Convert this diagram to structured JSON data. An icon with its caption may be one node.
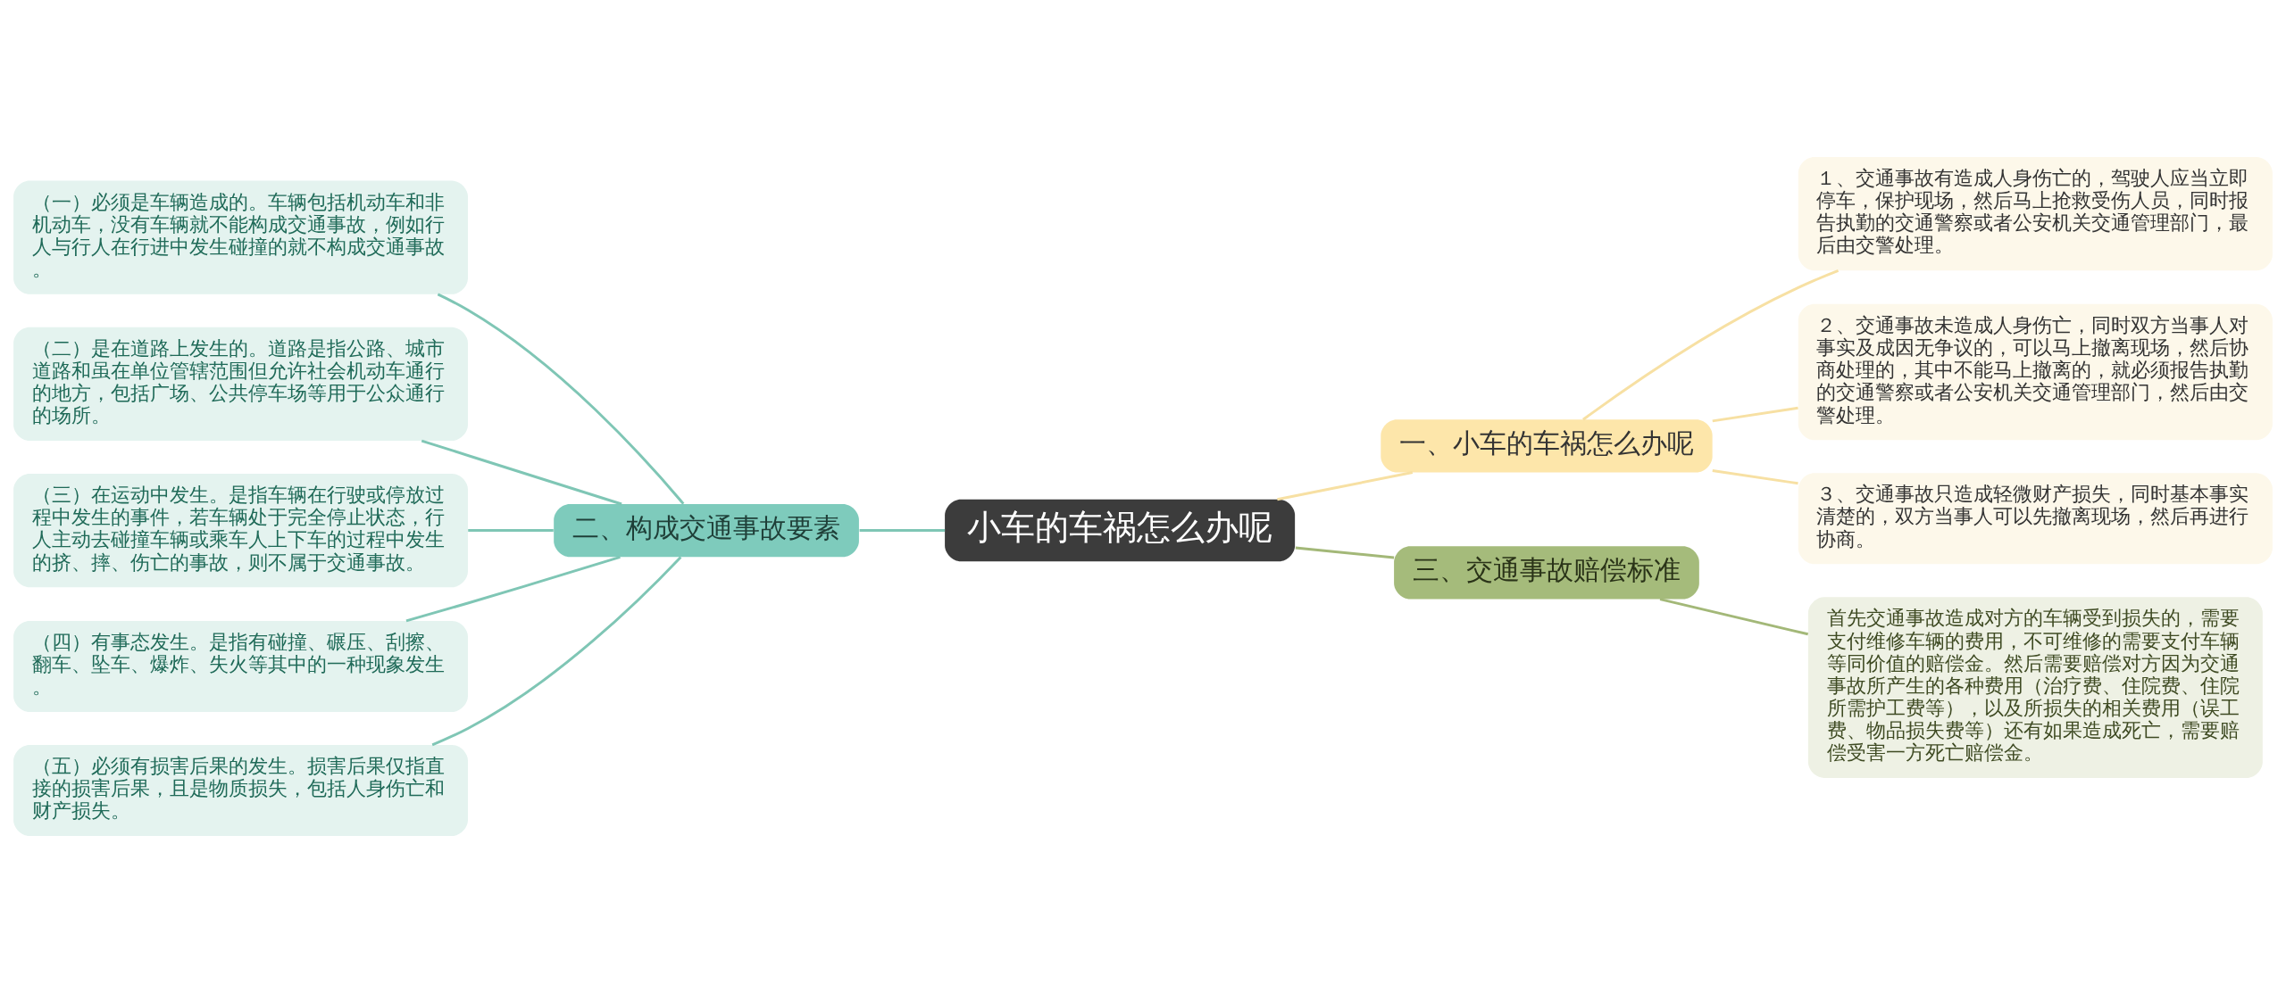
{
  "diagram": {
    "nodes": [
      {
        "text": [
          "小车的车祸怎么办呢"
        ]
      },
      {
        "text": [
          "一、小车的车祸怎么办呢"
        ]
      },
      {
        "text": [
          "１、交通事故有造成人身伤亡的，驾驶人应当立即停车，保护现场，然后马上抢救受伤人员，同时报告执勤的交通警察或者公安机关交通管理部门，最后由交警处理。"
        ]
      },
      {
        "text": [
          "２、交通事故未造成人身伤亡，同时双方当事人对事实及成因无争议的，可以马上撤离现场，然后协商处理的，其中不能马上撤离的，就必须报告执勤的交通警察或者公安机关交通管理部门，然后由交警处理。"
        ]
      },
      {
        "text": [
          "３、交通事故只造成轻微财产损失，同时基本事实清楚的，双方当事人可以先撤离现场，然后再进行协商。"
        ]
      },
      {
        "text": [
          "二、构成交通事故要素"
        ]
      },
      {
        "text": [
          "（一）必须是车辆造成的。车辆包括机动车和非机动车，没有车辆就不能构成交通事故，例如行人与行人在行进中发生碰撞的就不构成交通事故。"
        ]
      },
      {
        "text": [
          "（二）是在道路上发生的。道路是指公路、城市道路和虽在单位管辖范围但允许社会机动车通行的地方，包括广场、公共停车场等用于公众通行的场所。"
        ]
      },
      {
        "text": [
          "（三）在运动中发生。是指车辆在行驶或停放过程中发生的事件，若车辆处于完全停止状态，行人主动去碰撞车辆或乘车人上下车的过程中发生的挤、摔、伤亡的事故，则不属于交通事故。"
        ]
      },
      {
        "text": [
          "（四）有事态发生。是指有碰撞、碾压、刮擦、翻车、坠车、爆炸、失火等其中的一种现象发生。"
        ]
      },
      {
        "text": [
          "（五）必须有损害后果的发生。损害后果仅指直接的损害后果，且是物质损失，包括人身伤亡和财产损失。"
        ]
      },
      {
        "text": [
          "三、交通事故赔偿标准"
        ]
      },
      {
        "text": [
          "首先交通事故造成对方的车辆受到损失的，需要支付维修车辆的费用，不可维修的需要支付车辆等同价值的赔偿金。然后需要赔偿对方因为交通事故所产生的各种费用（治疗费、住院费、住院所需护工费等），以及所损失的相关费用（误工费、物品损失费等）还有如果造成死亡，需要赔偿受害一方死亡赔偿金。"
        ]
      }
    ],
    "edges": [
      {
        "from": 0,
        "to": 1,
        "arrow": "none",
        "color": "#f7e0a3"
      },
      {
        "from": 1,
        "to": 2,
        "arrow": "none",
        "color": "#f7e0a3"
      },
      {
        "from": 1,
        "to": 3,
        "arrow": "none",
        "color": "#f7e0a3"
      },
      {
        "from": 1,
        "to": 4,
        "arrow": "none",
        "color": "#f7e0a3"
      },
      {
        "from": 0,
        "to": 5,
        "arrow": "none"
      },
      {
        "from": 5,
        "to": 6,
        "arrow": "none"
      },
      {
        "from": 5,
        "to": 7,
        "arrow": "none"
      },
      {
        "from": 5,
        "to": 8,
        "arrow": "none"
      },
      {
        "from": 5,
        "to": 9,
        "arrow": "none"
      },
      {
        "from": 5,
        "to": 10,
        "arrow": "none"
      },
      {
        "from": 0,
        "to": 11,
        "arrow": "none",
        "color": "#a3b878"
      },
      {
        "from": 11,
        "to": 12,
        "arrow": "none",
        "color": "#a3b878"
      }
    ]
  }
}
